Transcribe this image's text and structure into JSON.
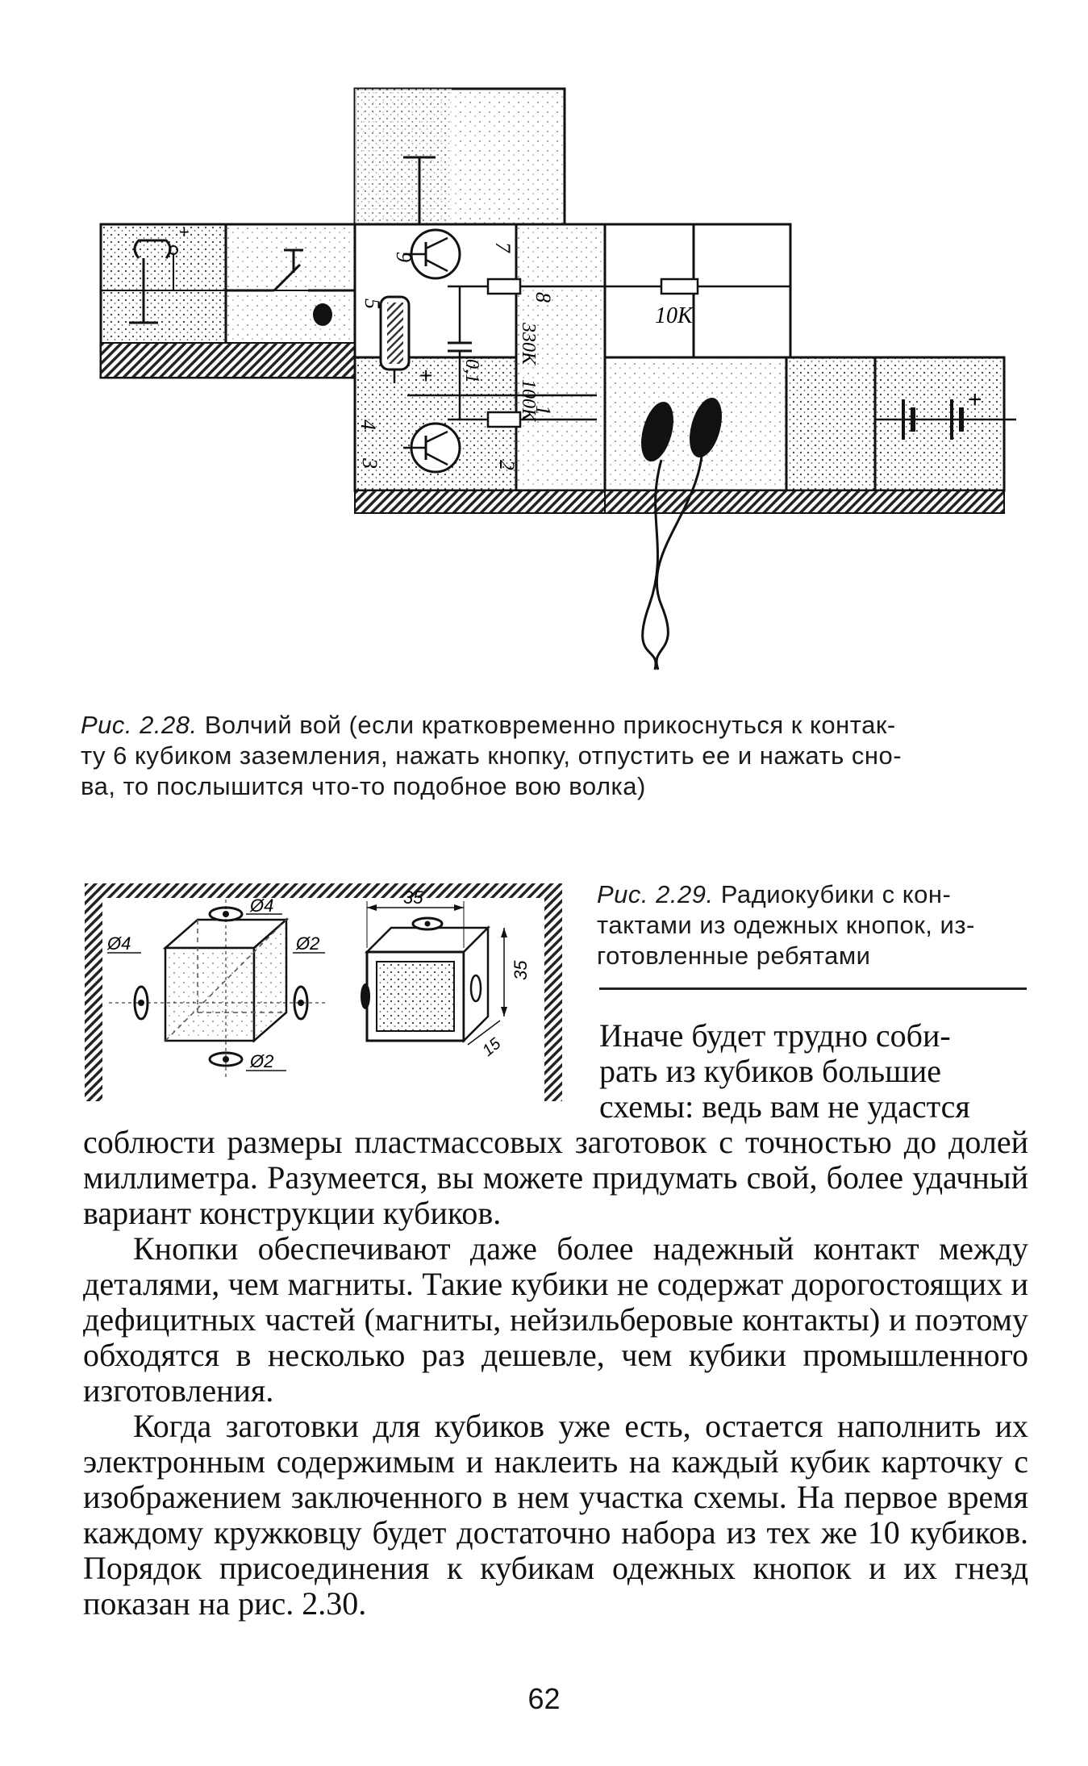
{
  "figure_228": {
    "labels": {
      "pin9": "9",
      "pin7": "7",
      "pin5": "5",
      "pin8": "8",
      "pin4": "4",
      "pin3": "3",
      "pin2": "2",
      "pin1": "1",
      "r_330k": "330K",
      "r_100k": "100K",
      "cap": "0,1",
      "r_10k": "10K",
      "plus": "+"
    },
    "caption_num": "Рис. 2.28.",
    "caption_lines": [
      "Волчий вой (если кратковременно прикоснуться к контак-",
      "ту 6 кубиком заземления, нажать кнопку, отпустить ее и нажать сно-",
      "ва, то послышится что-то подобное вою волка)"
    ]
  },
  "figure_229": {
    "labels": {
      "d4_top": "Ø4",
      "d4_left": "Ø4",
      "d2_right": "Ø2",
      "d2_bottom": "Ø2",
      "dim35_top": "35",
      "dim35_side": "35",
      "dim15": "15"
    },
    "caption_num": "Рис. 2.29.",
    "caption_lines": [
      "Радиокубики с кон-",
      "тактами из одежных кнопок, из-",
      "готовленные ребятами"
    ]
  },
  "text": {
    "side_lines": [
      "Иначе будет трудно соби-",
      "рать из кубиков большие",
      "схемы: ведь вам не удастся"
    ],
    "p1_rest": "соблюсти размеры пластмассовых заготовок с точностью до долей миллиметра. Разумеется, вы можете придумать свой, более удачный вариант конструкции кубиков.",
    "p2": "Кнопки обеспечивают даже более надежный контакт между деталями, чем магниты. Такие кубики не содержат дорогостоящих и дефицитных частей (магниты, нейзильберовые контакты) и поэтому обходятся в несколько раз дешевле, чем кубики промышленного изготовления.",
    "p3": "Когда заготовки для кубиков уже есть, остается наполнить их электронным содержимым и наклеить на каждый кубик карточку с изображением заключенного в нем участка схемы. На первое время каждому кружковцу будет достаточно набора из тех же 10 кубиков. Порядок присоединения к кубикам одежных кнопок и их гнезд показан на рис. 2.30."
  },
  "page_number": "62"
}
